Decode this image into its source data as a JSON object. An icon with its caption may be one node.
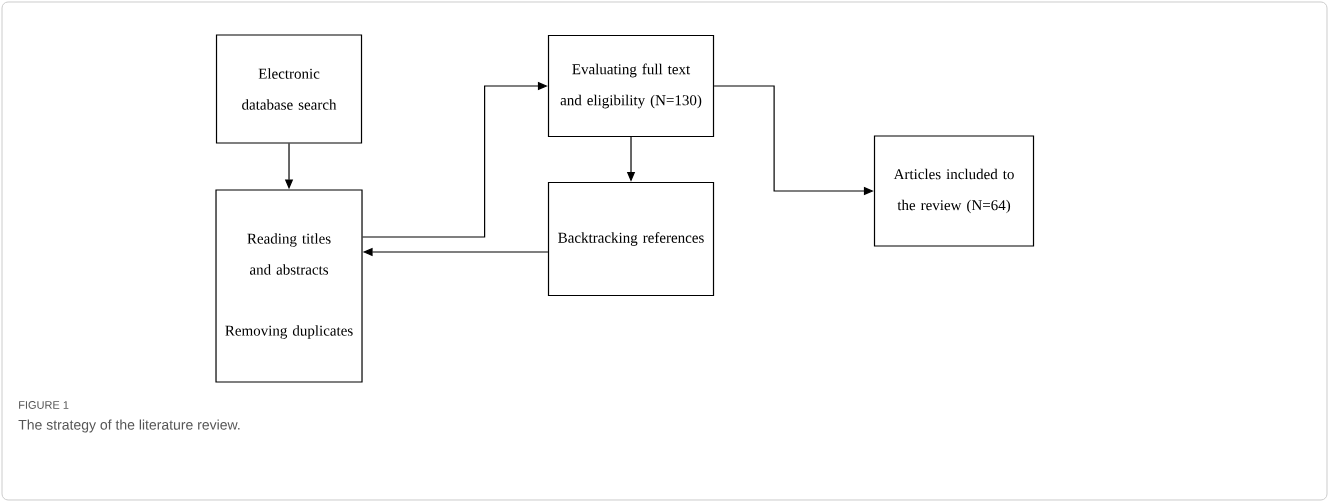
{
  "diagram": {
    "caption": "The strategy of the literature review.",
    "nodes": [
      {
        "text": [
          "Electronic database search"
        ]
      },
      {
        "text": [
          "Reading titles and abstracts",
          "Removing duplicates"
        ]
      },
      {
        "text": [
          "Evaluating full text and eligibility (N=130)"
        ]
      },
      {
        "text": [
          "Backtracking references"
        ]
      },
      {
        "text": [
          "Articles included to the review (N=64)"
        ]
      }
    ],
    "edges": [
      {
        "from": 0,
        "to": 1,
        "arrow": "to"
      },
      {
        "from": 1,
        "to": 2,
        "arrow": "to"
      },
      {
        "from": 2,
        "to": 3,
        "arrow": "to"
      },
      {
        "from": 3,
        "to": 1,
        "arrow": "to"
      },
      {
        "from": 2,
        "to": 4,
        "arrow": "to"
      }
    ],
    "labels": [
      "FIGURE 1"
    ]
  }
}
